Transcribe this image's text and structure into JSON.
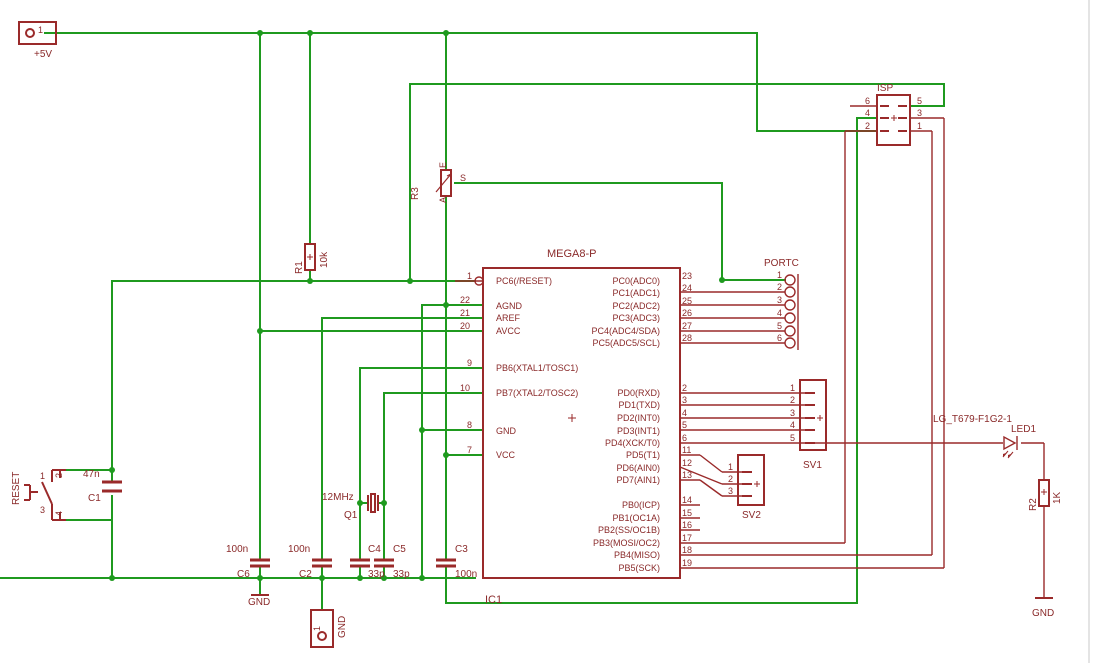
{
  "schematic": {
    "labels": {
      "vcc_label": "+5V",
      "gnd_label": "GND",
      "pin_one": "1",
      "ic1_value": "MEGA8-P",
      "ic1_name": "IC1",
      "portc_name": "PORTC",
      "sv1_name": "SV1",
      "sv2_name": "SV2",
      "isp_name": "ISP",
      "r1_name": "R1",
      "r1_value": "10k",
      "r2_name": "R2",
      "r2_value": "1K",
      "r3_name": "R3",
      "r3_pin_a": "A",
      "r3_pin_e": "E",
      "r3_pin_s": "S",
      "c1_name": "C1",
      "c1_value": "47n",
      "c2_name": "C2",
      "c2_value": "100n",
      "c3_name": "C3",
      "c3_value": "100n",
      "c4_name": "C4",
      "c4_value": "33p",
      "c5_name": "C5",
      "c5_value": "33p",
      "c6_name": "C6",
      "c6_value": "100n",
      "q1_name": "Q1",
      "q1_value": "12MHz",
      "reset_name": "RESET",
      "led1_name": "LED1",
      "led1_value": "LG_T679-F1G2-1"
    },
    "ic1_left_pins": [
      {
        "num": "1",
        "name": "PC6(/RESET)"
      },
      {
        "num": "22",
        "name": "AGND"
      },
      {
        "num": "21",
        "name": "AREF"
      },
      {
        "num": "20",
        "name": "AVCC"
      },
      {
        "num": "9",
        "name": "PB6(XTAL1/TOSC1)"
      },
      {
        "num": "10",
        "name": "PB7(XTAL2/TOSC2)"
      },
      {
        "num": "8",
        "name": "GND"
      },
      {
        "num": "7",
        "name": "VCC"
      }
    ],
    "ic1_right_pins": [
      {
        "num": "23",
        "name": "PC0(ADC0)"
      },
      {
        "num": "24",
        "name": "PC1(ADC1)"
      },
      {
        "num": "25",
        "name": "PC2(ADC2)"
      },
      {
        "num": "26",
        "name": "PC3(ADC3)"
      },
      {
        "num": "27",
        "name": "PC4(ADC4/SDA)"
      },
      {
        "num": "28",
        "name": "PC5(ADC5/SCL)"
      },
      {
        "num": "2",
        "name": "PD0(RXD)"
      },
      {
        "num": "3",
        "name": "PD1(TXD)"
      },
      {
        "num": "4",
        "name": "PD2(INT0)"
      },
      {
        "num": "5",
        "name": "PD3(INT1)"
      },
      {
        "num": "6",
        "name": "PD4(XCK/T0)"
      },
      {
        "num": "11",
        "name": "PD5(T1)"
      },
      {
        "num": "12",
        "name": "PD6(AIN0)"
      },
      {
        "num": "13",
        "name": "PD7(AIN1)"
      },
      {
        "num": "14",
        "name": "PB0(ICP)"
      },
      {
        "num": "15",
        "name": "PB1(OC1A)"
      },
      {
        "num": "16",
        "name": "PB2(SS/OC1B)"
      },
      {
        "num": "17",
        "name": "PB3(MOSI/OC2)"
      },
      {
        "num": "18",
        "name": "PB4(MISO)"
      },
      {
        "num": "19",
        "name": "PB5(SCK)"
      }
    ],
    "portc_pins": [
      "1",
      "2",
      "3",
      "4",
      "5",
      "6"
    ],
    "sv1_pins": [
      "1",
      "2",
      "3",
      "4",
      "5"
    ],
    "sv2_pins": [
      "1",
      "2",
      "3"
    ],
    "isp_pins_left": [
      "6",
      "4",
      "2"
    ],
    "isp_pins_right": [
      "5",
      "3",
      "1"
    ],
    "reset_pins": [
      "1",
      "2",
      "3",
      "4"
    ],
    "colors": {
      "wire": "#1f9a1f",
      "part": "#9a2a2a",
      "background": "#ffffff"
    }
  }
}
